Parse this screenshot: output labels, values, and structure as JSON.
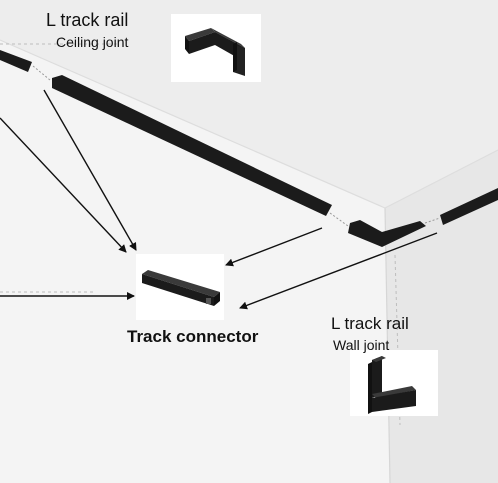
{
  "labels": {
    "ceiling_title": "L track rail",
    "ceiling_subtitle": "Ceiling joint",
    "connector": "Track connector",
    "wall_title": "L track rail",
    "wall_subtitle": "Wall joint"
  },
  "colors": {
    "rail": "#1b1b1b",
    "ceiling": "#ededed",
    "wall_left": "#f4f4f4",
    "wall_right": "#e6e6e6",
    "arrow": "#111111",
    "inset_bg": "#ffffff"
  },
  "icons": {
    "ceiling_joint": "l-track-ceiling-joint-icon",
    "connector": "track-connector-icon",
    "wall_joint": "l-track-wall-joint-icon"
  }
}
